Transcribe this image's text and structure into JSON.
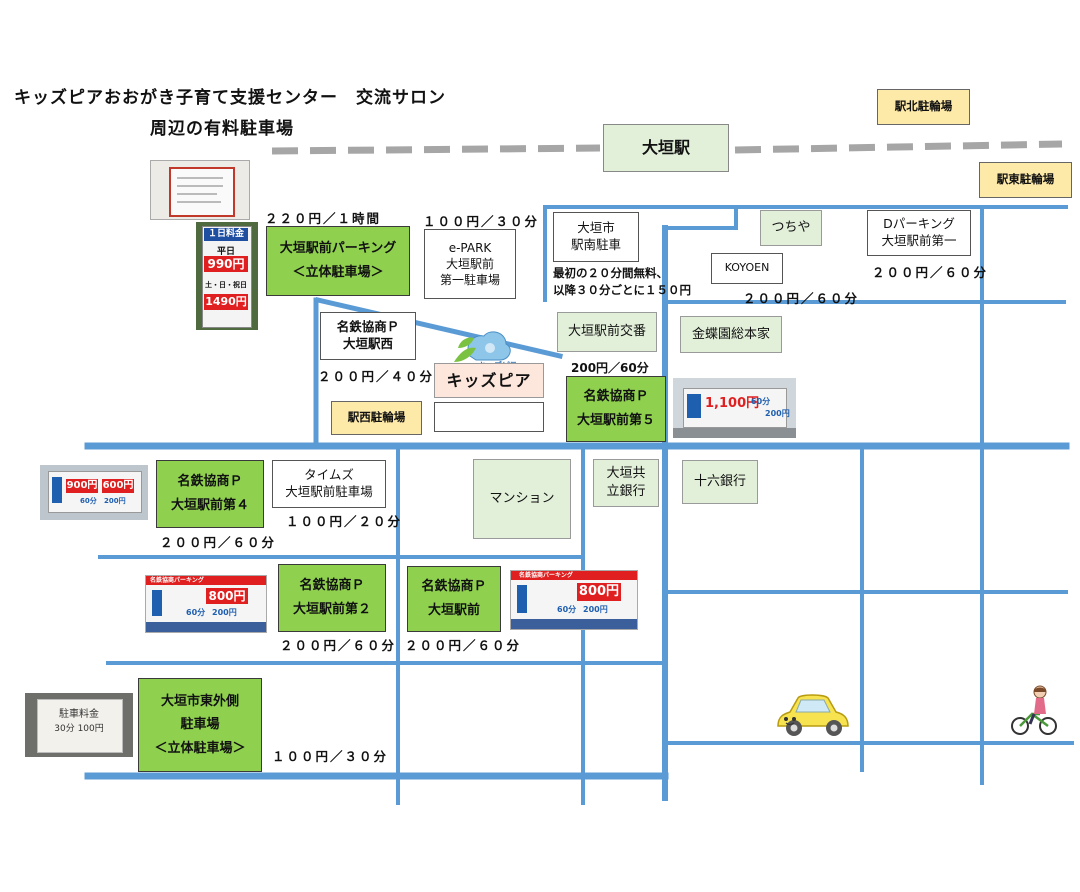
{
  "title": {
    "line1": "キッズピアおおがき子育て支援センター　交流サロン",
    "line2": "周辺の有料駐車場"
  },
  "station": "大垣駅",
  "bike_parking": {
    "north": "駅北駐輪場",
    "east": "駅東駐輪場",
    "west": "駅西駐輪場"
  },
  "kidspia": {
    "label": "キッズピア",
    "logo_text": "キッズピア"
  },
  "lots": {
    "ogaki_ekimae_parking": {
      "line1": "大垣駅前パーキング",
      "line2": "＜立体駐車場＞",
      "price": "２２０円／１時間"
    },
    "epark": {
      "line1": "e-PARK",
      "line2": "大垣駅前",
      "line3": "第一駐車場",
      "price": "１００円／３０分"
    },
    "ogaki_city_south": {
      "line1": "大垣市",
      "line2": "駅南駐車",
      "note1": "最初の２０分間無料、",
      "note2": "以降３０分ごとに１５０円"
    },
    "tsuchiya": {
      "line1": "つちや"
    },
    "d_parking": {
      "line1": "Dパーキング",
      "line2": "大垣駅前第一",
      "price": "２００円／６０分"
    },
    "koyoen": {
      "line1": "KOYOEN",
      "price": "２００円／６０分"
    },
    "meitetsu_west": {
      "line1": "名鉄協商Ｐ",
      "line2": "大垣駅西",
      "price": "２００円／４０分"
    },
    "koban": {
      "line1": "大垣駅前交番"
    },
    "kinchoen": {
      "line1": "金蝶園総本家"
    },
    "meitetsu_5": {
      "line1": "名鉄協商Ｐ",
      "line2": "大垣駅前第５",
      "price": "200円／60分"
    },
    "meitetsu_4": {
      "line1": "名鉄協商Ｐ",
      "line2": "大垣駅前第４",
      "price": "２００円／６０分"
    },
    "times": {
      "line1": "タイムズ",
      "line2": "大垣駅前駐車場",
      "price": "１００円／２０分"
    },
    "mansion": {
      "line1": "マンション"
    },
    "kyoritsu_bank": {
      "line1": "大垣共",
      "line2": "立銀行"
    },
    "juroku_bank": {
      "line1": "十六銀行"
    },
    "meitetsu_2": {
      "line1": "名鉄協商Ｐ",
      "line2": "大垣駅前第２",
      "price": "２００円／６０分"
    },
    "meitetsu_main": {
      "line1": "名鉄協商Ｐ",
      "line2": "大垣駅前",
      "price": "２００円／６０分"
    },
    "city_east": {
      "line1": "大垣市東外側",
      "line2": "駐車場",
      "line3": "＜立体駐車場＞",
      "price": "１００円／３０分"
    }
  },
  "photos": {
    "daily_rate": {
      "header": "１日料金",
      "weekday_label": "平日",
      "weekday_price": "990円",
      "holiday_label": "土・日・祝日",
      "holiday_price": "1490円"
    },
    "sign_5": {
      "price": "1,100円",
      "sub1": "60分",
      "sub2": "200円"
    },
    "sign_4": {
      "price1": "900円",
      "price2": "600円",
      "sub1": "60分",
      "sub2": "200円"
    },
    "sign_2": {
      "header": "名鉄協商パーキング",
      "price": "800円",
      "sub1": "60分",
      "sub2": "200円"
    },
    "sign_main": {
      "header": "名鉄協商パーキング",
      "price": "800円",
      "sub1": "60分",
      "sub2": "200円"
    },
    "sign_city": {
      "line1": "駐車料金",
      "line2": "30分 100円"
    }
  },
  "colors": {
    "road": "#5b9bd5",
    "rail": "#a6a6a6",
    "paid_lot": "#8fd14f",
    "landmark": "#e2efd9",
    "bike": "#fde9a8",
    "kidspia": "#fde6dc",
    "sign_red": "#e02020",
    "sign_blue": "#1f5fb0"
  }
}
